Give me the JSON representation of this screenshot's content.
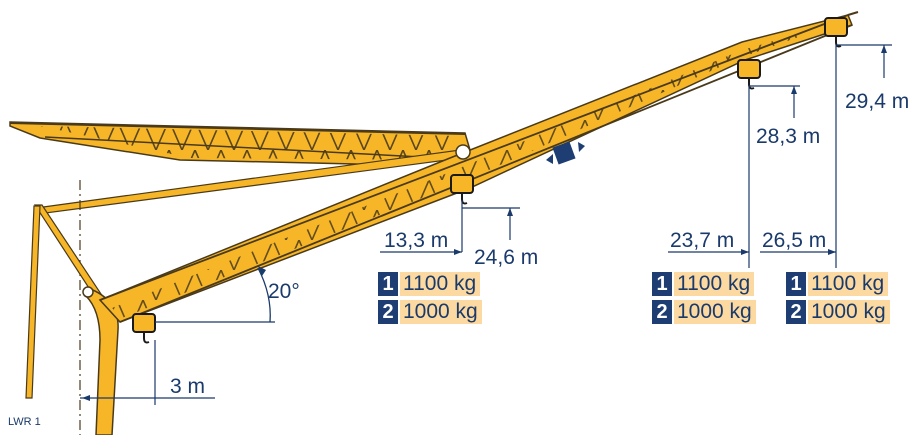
{
  "colors": {
    "truss": "#f6b627",
    "truss_outline": "#4a3a1a",
    "navy": "#1d3d73",
    "dim_line": "#1a3a6b",
    "load_bg": "#fcd9a0"
  },
  "icons": [
    "hook-icon",
    "trolley-direction-icon"
  ],
  "angle_label": "20°",
  "mast_label": "LWR 1",
  "offset_label": "3 m",
  "positions": [
    {
      "radius": "13,3 m",
      "height": "24,6 m",
      "loads": [
        {
          "num": "1",
          "value": "1100 kg"
        },
        {
          "num": "2",
          "value": "1000 kg"
        }
      ]
    },
    {
      "radius": "23,7 m",
      "height": "28,3 m",
      "loads": [
        {
          "num": "1",
          "value": "1100 kg"
        },
        {
          "num": "2",
          "value": "1000 kg"
        }
      ]
    },
    {
      "radius": "26,5 m",
      "height": "29,4 m",
      "loads": [
        {
          "num": "1",
          "value": "1100 kg"
        },
        {
          "num": "2",
          "value": "1000 kg"
        }
      ]
    }
  ]
}
